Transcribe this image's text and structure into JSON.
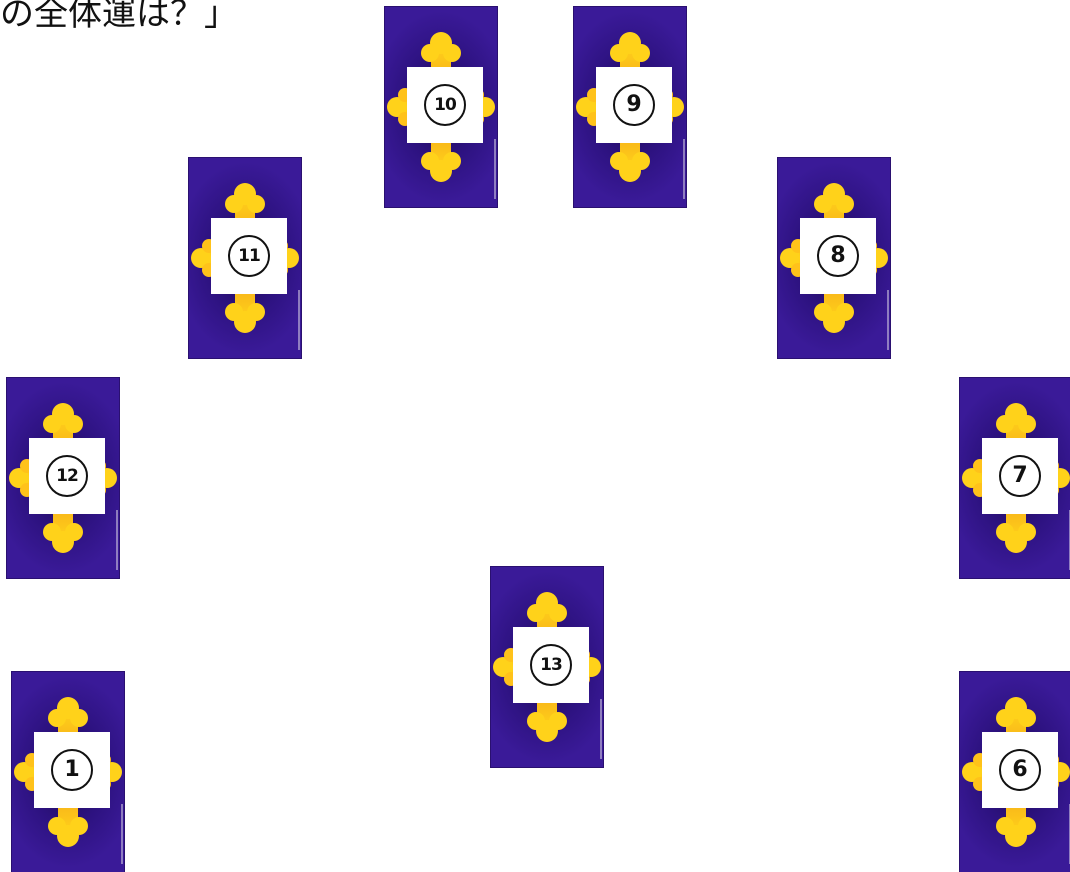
{
  "heading": "の全体運は？」",
  "cards": [
    {
      "name": "card-1",
      "number": "1"
    },
    {
      "name": "card-6",
      "number": "6"
    },
    {
      "name": "card-7",
      "number": "7"
    },
    {
      "name": "card-8",
      "number": "8"
    },
    {
      "name": "card-9",
      "number": "9"
    },
    {
      "name": "card-10",
      "number": "10"
    },
    {
      "name": "card-11",
      "number": "11"
    },
    {
      "name": "card-12",
      "number": "12"
    },
    {
      "name": "card-13",
      "number": "13"
    }
  ],
  "colors": {
    "card_back": "#2d1280",
    "cross_outer": "#ffd21a",
    "cross_inner": "#f29a1a",
    "label_bg": "#ffffff"
  },
  "icons": {
    "card_pattern": "golden-cross-icon"
  }
}
